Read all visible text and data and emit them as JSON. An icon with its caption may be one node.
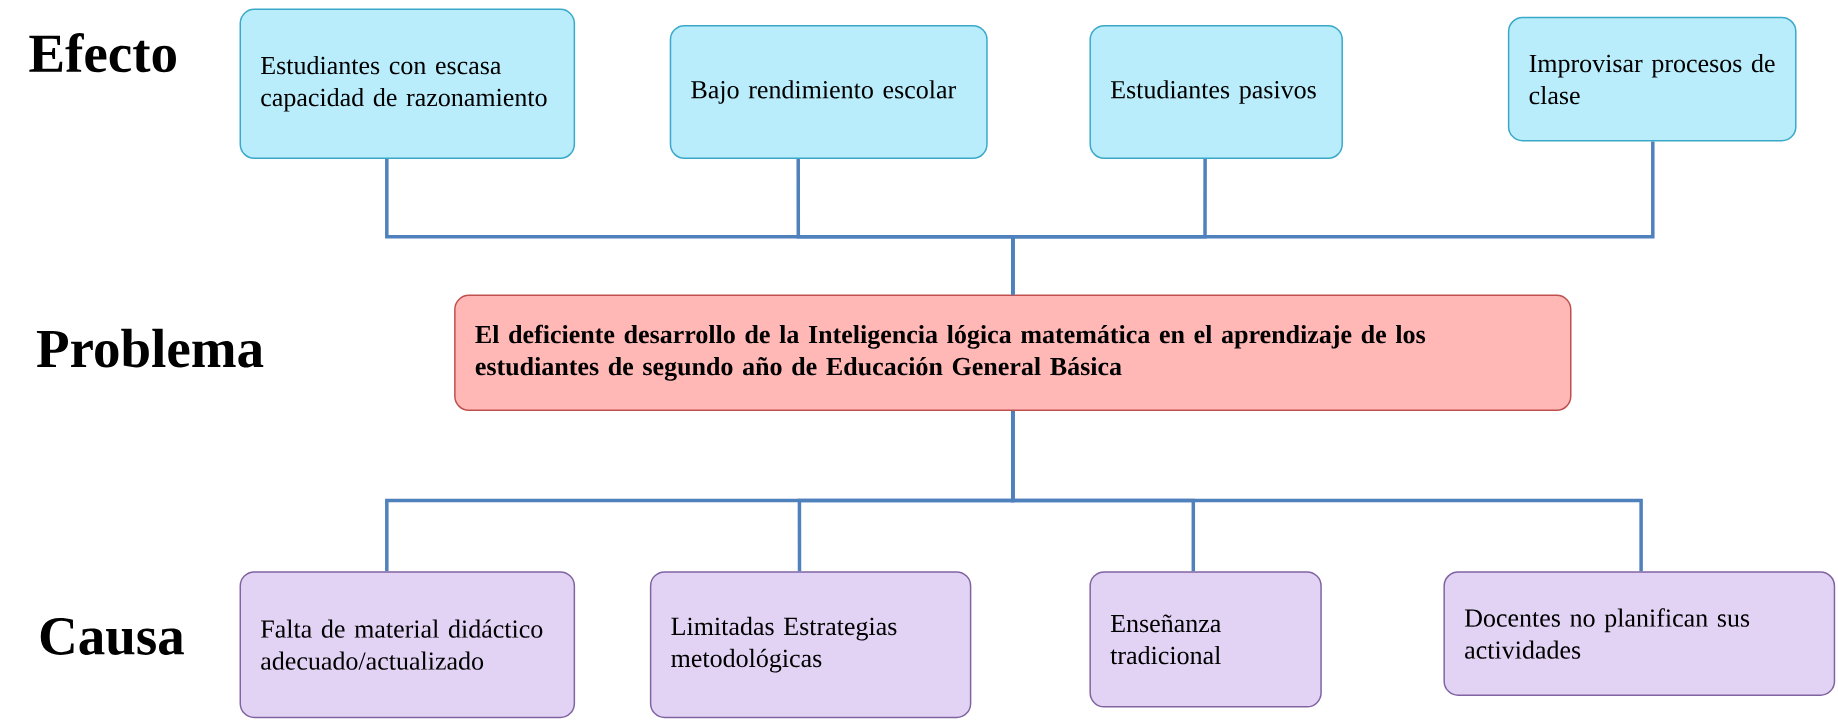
{
  "diagram": {
    "nodes": [
      {
        "text": [
          "Estudiantes con escasa capacidad de razonamiento"
        ]
      },
      {
        "text": [
          "Bajo rendimiento escolar"
        ]
      },
      {
        "text": [
          "Estudiantes pasivos"
        ]
      },
      {
        "text": [
          "Improvisar procesos de clase"
        ]
      },
      {
        "text": [
          "El deficiente desarrollo de la Inteligencia lógica matemática en el aprendizaje de los estudiantes de segundo año de Educación General Básica"
        ]
      },
      {
        "text": [
          "Falta de material didáctico adecuado/actualizado"
        ]
      },
      {
        "text": [
          "Limitadas Estrategias metodológicas"
        ]
      },
      {
        "text": [
          "Enseñanza tradicional"
        ]
      },
      {
        "text": [
          "Docentes no planifican sus actividades"
        ]
      }
    ],
    "edges": [
      {
        "from": 4,
        "to": 0,
        "arrow": "none"
      },
      {
        "from": 4,
        "to": 1,
        "arrow": "none"
      },
      {
        "from": 4,
        "to": 2,
        "arrow": "none"
      },
      {
        "from": 4,
        "to": 3,
        "arrow": "none"
      },
      {
        "from": 4,
        "to": 5,
        "arrow": "none"
      },
      {
        "from": 4,
        "to": 6,
        "arrow": "none"
      },
      {
        "from": 4,
        "to": 7,
        "arrow": "none"
      },
      {
        "from": 4,
        "to": 8,
        "arrow": "none"
      }
    ],
    "labels": [
      "Efecto",
      "Problema",
      "Causa"
    ]
  }
}
